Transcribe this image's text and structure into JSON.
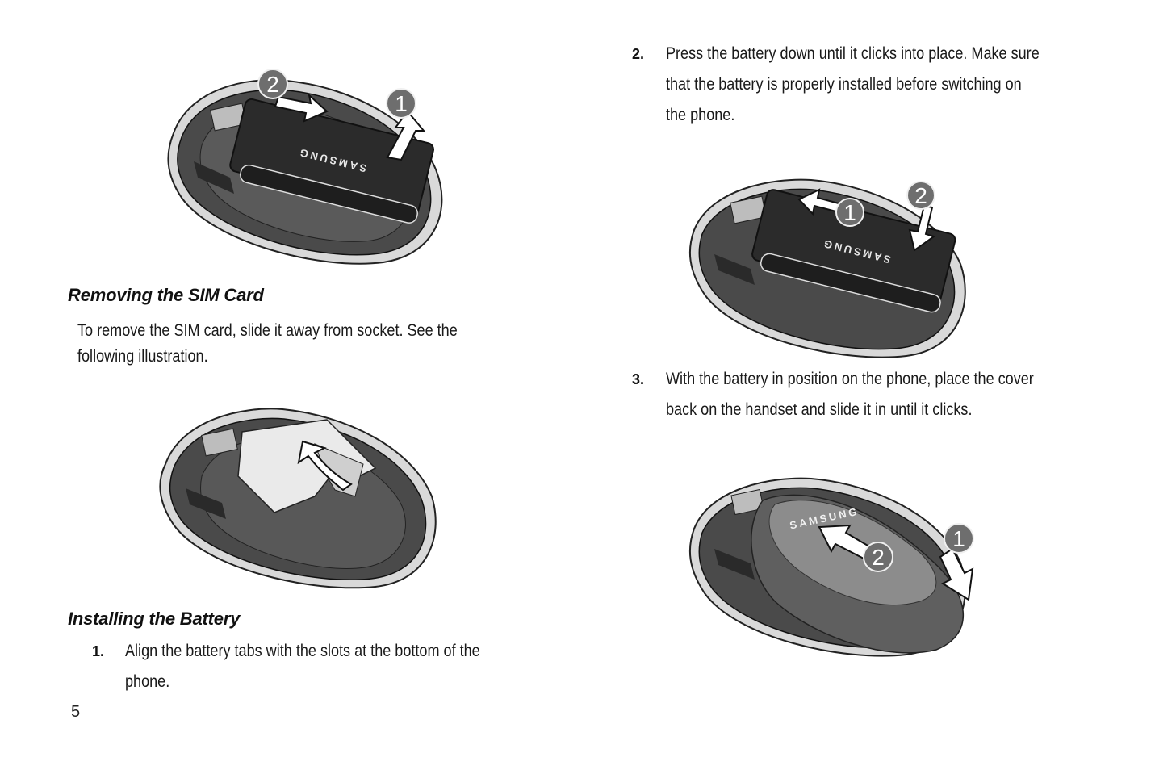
{
  "sections": {
    "remove_sim": {
      "heading": "Removing the SIM Card",
      "body_line1": "To remove the SIM card, slide it away from socket. See the",
      "body_line2": "following illustration."
    },
    "install_battery": {
      "heading": "Installing the Battery"
    }
  },
  "steps": [
    {
      "number": "1.",
      "line1": "Align the battery tabs with the slots at the bottom of the",
      "line2": "phone."
    },
    {
      "number": "2.",
      "line1": "Press the battery down until it clicks into place. Make sure",
      "line2": "that the battery is properly installed before switching on",
      "line3": "the phone."
    },
    {
      "number": "3.",
      "line1": "With the battery in position on the phone, place the cover",
      "line2": "back on the handset and slide it in until it clicks."
    }
  ],
  "figures": {
    "fig1": {
      "callout_a": "2",
      "callout_b": "1",
      "brand": "SAMSUNG"
    },
    "fig3": {
      "callout_a": "1",
      "callout_b": "2",
      "brand": "SAMSUNG"
    },
    "fig4": {
      "callout_a": "1",
      "callout_b": "2",
      "brand": "SAMSUNG"
    }
  },
  "page_number": "5",
  "colors": {
    "text": "#1a1a1a",
    "callout": "#6e6e6e",
    "battery": "#2b2b2b",
    "phone_shell": "#4a4a4a"
  }
}
